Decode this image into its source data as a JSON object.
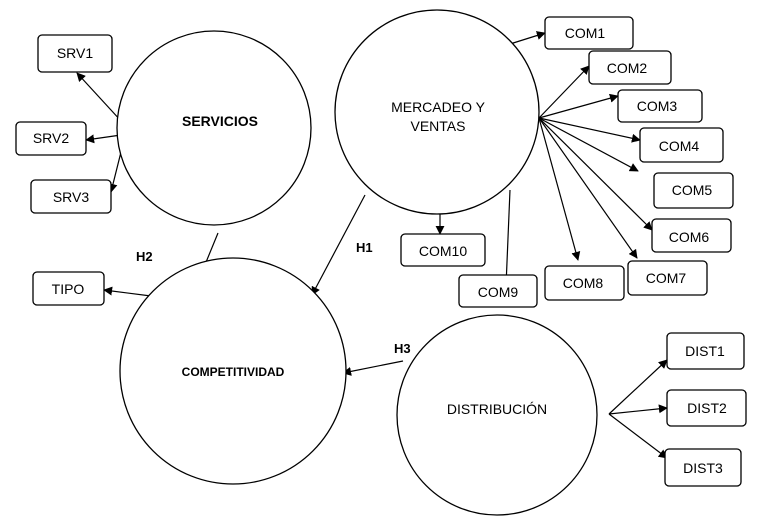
{
  "diagram": {
    "circles": {
      "servicios": "SERVICIOS",
      "mercadeo_line1": "MERCADEO Y",
      "mercadeo_line2": "VENTAS",
      "competitividad": "COMPETITIVIDAD",
      "distribucion": "DISTRIBUCIÓN"
    },
    "boxes": {
      "srv1": "SRV1",
      "srv2": "SRV2",
      "srv3": "SRV3",
      "tipo": "TIPO",
      "com1": "COM1",
      "com2": "COM2",
      "com3": "COM3",
      "com4": "COM4",
      "com5": "COM5",
      "com6": "COM6",
      "com7": "COM7",
      "com8": "COM8",
      "com9": "COM9",
      "com10": "COM10",
      "dist1": "DIST1",
      "dist2": "DIST2",
      "dist3": "DIST3"
    },
    "hypotheses": {
      "h1": "H1",
      "h2": "H2",
      "h3": "H3"
    }
  }
}
